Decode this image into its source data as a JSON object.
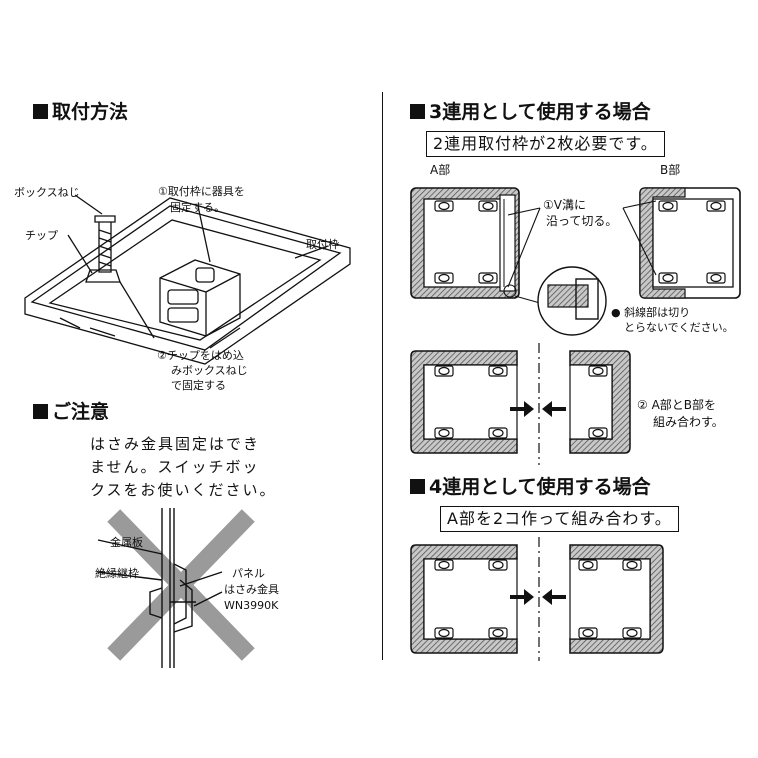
{
  "left": {
    "install_heading": "取付方法",
    "label_box_screw": "ボックスねじ",
    "label_chip": "チップ",
    "label_frame": "取付枠",
    "step1_line1": "①取付枠に器具を",
    "step1_line2": "固定する。",
    "step2_line1": "②チップをはめ込",
    "step2_line2": "みボックスねじ",
    "step2_line3": "で固定する",
    "caution_heading": "ご注意",
    "caution_line1": "はさみ金具固定はでき",
    "caution_line2": "ません。スイッチボッ",
    "caution_line3": "クスをお使いください。",
    "label_metal_plate": "金属板",
    "label_insulating_frame": "絶縁継枠",
    "label_panel": "パネル",
    "label_clip": "はさみ金具",
    "label_model": "WN3990K"
  },
  "right": {
    "three_heading": "3連用として使用する場合",
    "three_box": "2連用取付枠が2枚必要です。",
    "label_a_part": "A部",
    "label_b_part": "B部",
    "v_groove_line1": "①V溝に",
    "v_groove_line2": "沿って切る。",
    "hatch_line1": "● 斜線部は切り",
    "hatch_line2": "とらないでください。",
    "combine_line1": "② A部とB部を",
    "combine_line2": "組み合わす。",
    "four_heading": "4連用として使用する場合",
    "four_box": "A部を2コ作って組み合わす。"
  },
  "colors": {
    "ink": "#111111",
    "hatch": "#9a9a9a",
    "background": "#ffffff"
  }
}
